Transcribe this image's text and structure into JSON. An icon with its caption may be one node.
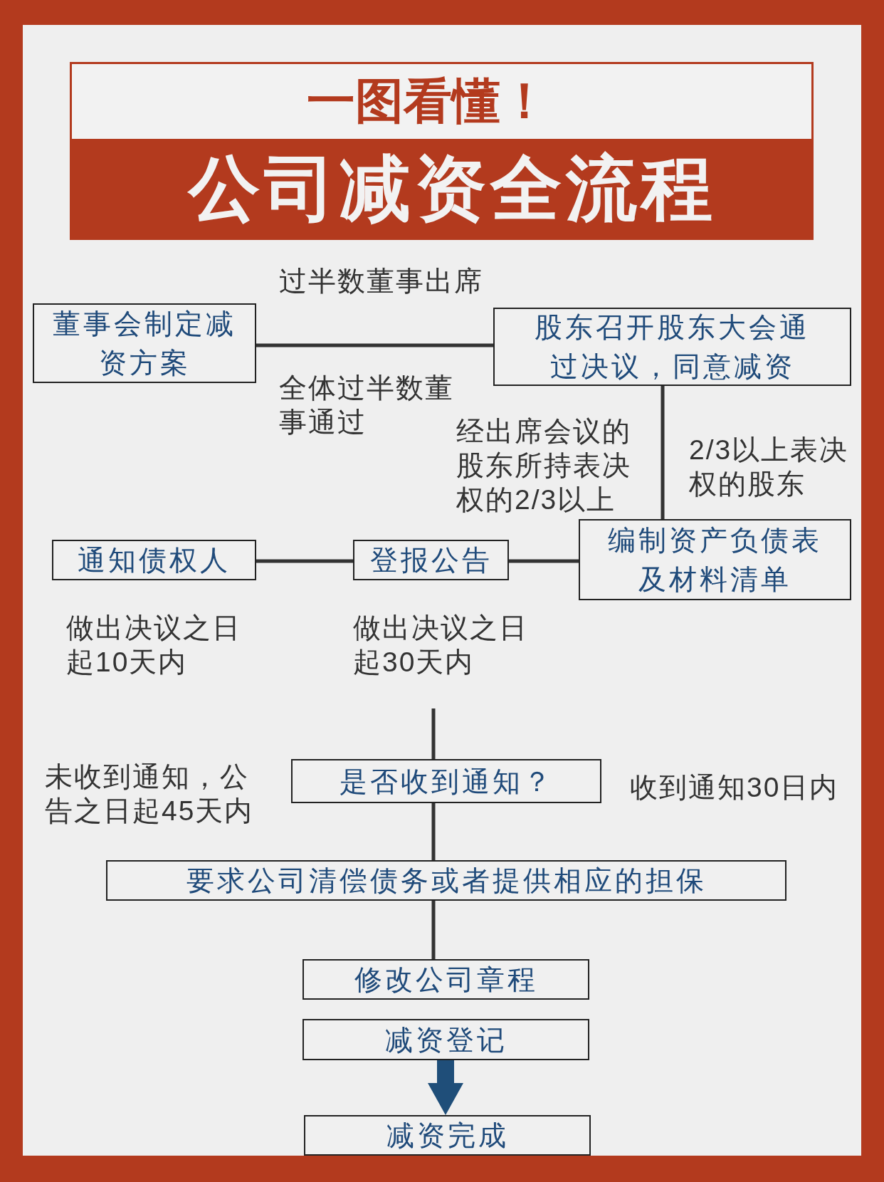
{
  "diagram": {
    "title": "公司减资全流程",
    "nodes": [
      {
        "text": [
          "董事会制定减资方案"
        ]
      },
      {
        "text": [
          "股东召开股东大会通过决议，同意减资"
        ]
      },
      {
        "text": [
          "通知债权人"
        ],
        "beside": [
          "做出决议之日起10天内"
        ]
      },
      {
        "text": [
          "登报公告"
        ],
        "beside": [
          "做出决议之日起30天内"
        ]
      },
      {
        "text": [
          "编制资产负债表及材料清单"
        ]
      },
      {
        "text": [
          "是否收到通知？"
        ]
      },
      {
        "text": [
          "要求公司清偿债务或者提供相应的担保"
        ]
      },
      {
        "text": [
          "修改公司章程"
        ]
      },
      {
        "text": [
          "减资登记"
        ]
      },
      {
        "text": [
          "减资完成"
        ]
      }
    ],
    "edges": [
      {
        "from": 0,
        "to": 1,
        "arrow": "none"
      },
      {
        "from": 1,
        "to": 4,
        "arrow": "none"
      },
      {
        "from": 4,
        "to": 3,
        "arrow": "none"
      },
      {
        "from": 3,
        "to": 2,
        "arrow": "none"
      },
      {
        "from": null,
        "to": 5,
        "arrow": "none"
      },
      {
        "from": 5,
        "to": 6,
        "arrow": "none"
      },
      {
        "from": 6,
        "to": 7,
        "arrow": "none"
      },
      {
        "from": 8,
        "to": 9,
        "arrow": "to",
        "style": "thick",
        "color": "#1f4e79"
      }
    ],
    "labels": [
      "一图看懂！",
      "过半数董事出席",
      "全体过半数董事通过",
      "经出席会议的股东所持表决权的2/3以上",
      "2/3以上表决权的股东",
      "未收到通知，公告之日起45天内",
      "收到通知30日内"
    ]
  }
}
